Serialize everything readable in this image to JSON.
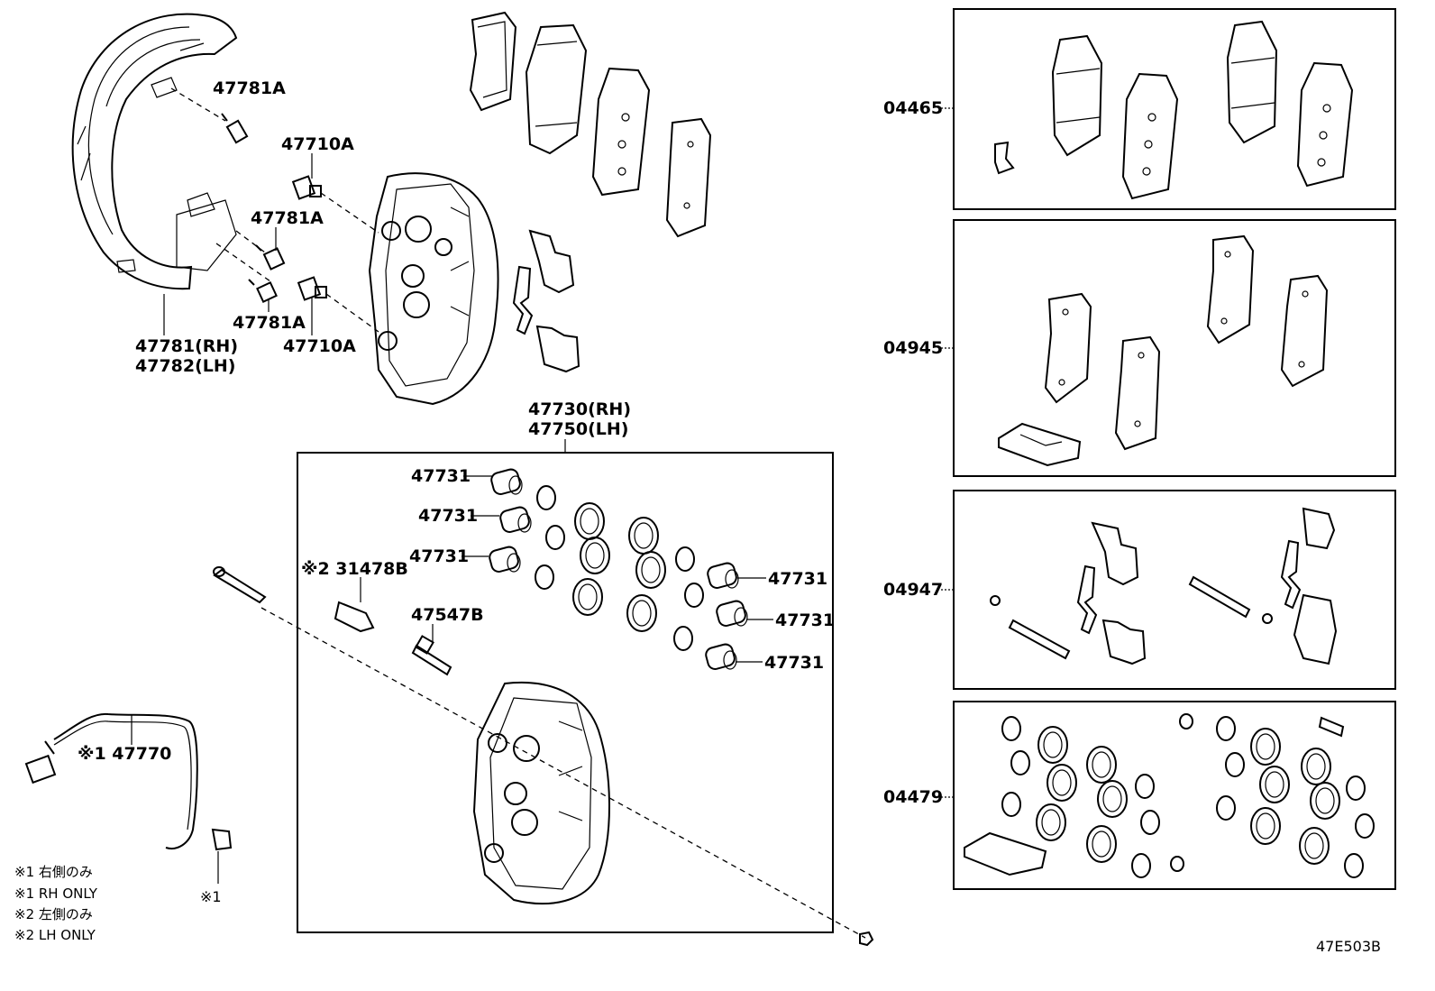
{
  "labels": {
    "p47781A_top": "47781A",
    "p47710A_top": "47710A",
    "p47781A_mid": "47781A",
    "p47781A_low": "47781A",
    "p47710A_low": "47710A",
    "p47781_rh": "47781(RH)",
    "p47782_lh": "47782(LH)",
    "p47730_rh": "47730(RH)",
    "p47750_lh": "47750(LH)",
    "p47731_a": "47731",
    "p47731_b": "47731",
    "p47731_c": "47731",
    "p47731_d": "47731",
    "p47731_e": "47731",
    "p47731_f": "47731",
    "p31478B": "※2 31478B",
    "p47547B": "47547B",
    "p47770": "※1 47770",
    "mark1": "※1",
    "kit_04465": "04465",
    "kit_04945": "04945",
    "kit_04947": "04947",
    "kit_04479": "04479"
  },
  "notes": [
    "※1 右側のみ",
    "※1 RH ONLY",
    "※2 左側のみ",
    "※2 LH ONLY"
  ],
  "ref_code": "47E503B"
}
